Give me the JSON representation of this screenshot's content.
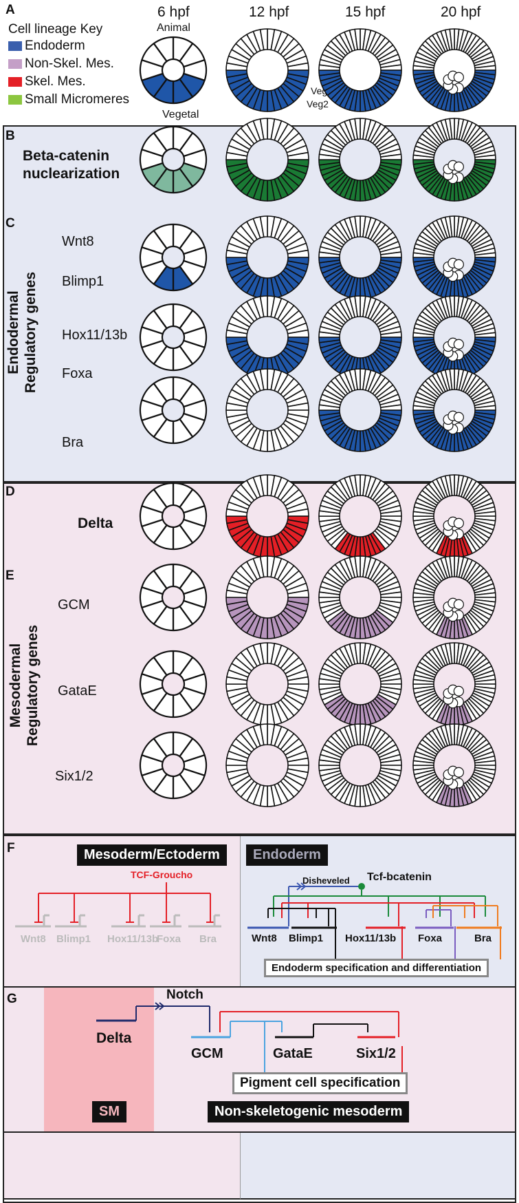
{
  "panel_a": {
    "letter": "A",
    "stages": [
      "6 hpf",
      "12 hpf",
      "15 hpf",
      "20 hpf"
    ],
    "key_title": "Cell lineage Key",
    "key_items": [
      {
        "label": "Endoderm",
        "color": "#3a5fad"
      },
      {
        "label": "Non-Skel. Mes.",
        "color": "#c49fc7"
      },
      {
        "label": "Skel. Mes.",
        "color": "#e41f26"
      },
      {
        "label": "Small Micromeres",
        "color": "#8cc63f"
      }
    ],
    "animal_label": "Animal",
    "vegetal_label": "Vegetal",
    "veg1_label": "Veg1",
    "veg2_label": "Veg2"
  },
  "panel_b": {
    "letter": "B",
    "title_line1": "Beta-catenin",
    "title_line2": "nuclearization"
  },
  "panel_c": {
    "letter": "C",
    "side_line1": "Endodermal",
    "side_line2": "Regulatory genes",
    "genes": [
      "Wnt8",
      "Blimp1",
      "Hox11/13b",
      "Foxa",
      "Bra"
    ]
  },
  "panel_d": {
    "letter": "D",
    "title": "Delta"
  },
  "panel_e": {
    "letter": "E",
    "side_line1": "Mesodermal",
    "side_line2": "Regulatory genes",
    "genes": [
      "GCM",
      "GataE",
      "Six1/2"
    ]
  },
  "panel_f": {
    "letter": "F",
    "mesecto_title": "Mesoderm/Ectoderm",
    "tcf_groucho": "TCF-Groucho",
    "mesecto_genes": [
      "Wnt8",
      "Blimp1",
      "Hox11/13b",
      "Foxa",
      "Bra"
    ],
    "endoderm_title": "Endoderm",
    "disheveled": "Disheveled",
    "tcf_bcatenin": "Tcf-bcatenin",
    "endo_genes": [
      "Wnt8",
      "Blimp1",
      "Hox11/13b",
      "Foxa",
      "Bra"
    ],
    "endo_output": "Endoderm specification and differentiation"
  },
  "panel_g": {
    "letter": "G",
    "notch": "Notch",
    "delta": "Delta",
    "genes": [
      "GCM",
      "GataE",
      "Six1/2"
    ],
    "output": "Pigment cell specification",
    "sm_label": "SM",
    "nsm_label": "Non-skeletogenic mesoderm"
  },
  "colors": {
    "endoderm_blue": "#1f56a8",
    "beta_green": "#1a7a34",
    "beta_green_light": "#7fb89e",
    "skel_red": "#e41f26",
    "nsm_purple": "#b795bd",
    "panel_blue_bg": "#e5e8f3",
    "panel_pink_bg": "#f3e5ee",
    "sm_pink": "#f6b6bd"
  }
}
